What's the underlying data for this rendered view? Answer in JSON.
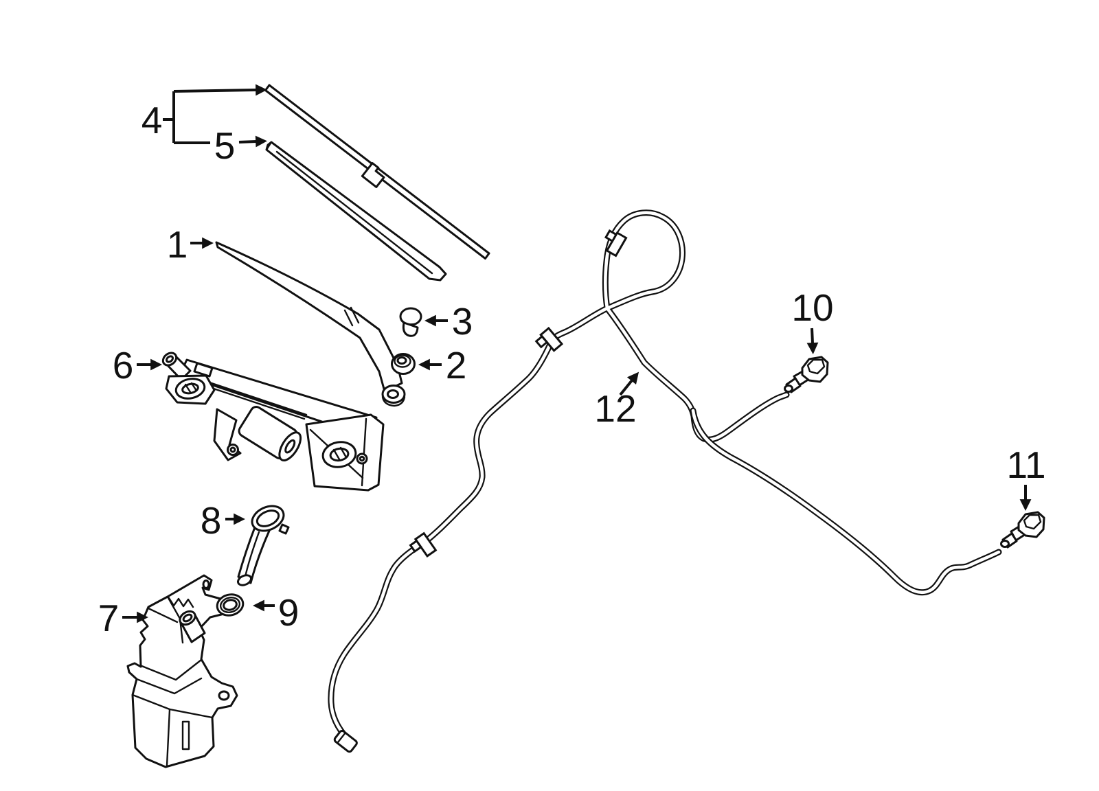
{
  "canvas": {
    "background": "#ffffff",
    "line_color": "#111111"
  },
  "diagram": {
    "kind": "exploded-parts-diagram",
    "subject": "windshield-wiper-and-washer-components"
  },
  "parts": [
    {
      "label": "1",
      "name": "wiper-arm"
    },
    {
      "label": "2",
      "name": "wiper-pivot-grommet"
    },
    {
      "label": "3",
      "name": "wiper-pivot-cap"
    },
    {
      "label": "4",
      "name": "wiper-blade-assembly"
    },
    {
      "label": "5",
      "name": "wiper-blade-refill"
    },
    {
      "label": "6",
      "name": "wiper-motor-linkage-assembly"
    },
    {
      "label": "7",
      "name": "washer-reservoir"
    },
    {
      "label": "8",
      "name": "washer-filler-tube"
    },
    {
      "label": "9",
      "name": "filler-tube-grommet"
    },
    {
      "label": "10",
      "name": "washer-nozzle-left"
    },
    {
      "label": "11",
      "name": "washer-nozzle-right"
    },
    {
      "label": "12",
      "name": "washer-hose"
    }
  ]
}
